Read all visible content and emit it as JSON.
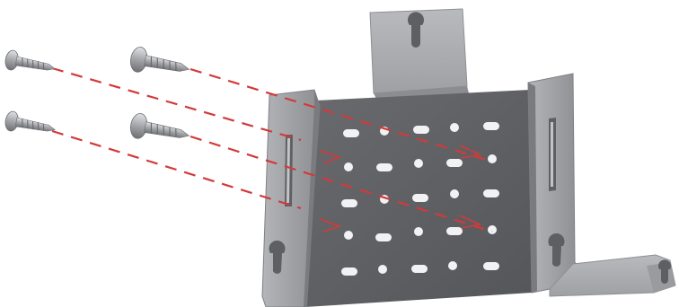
{
  "diagram": {
    "screws": [
      {
        "id": "screw-small-top",
        "size": "small"
      },
      {
        "id": "screw-small-bottom",
        "size": "small"
      },
      {
        "id": "screw-large-top",
        "size": "large"
      },
      {
        "id": "screw-large-bottom",
        "size": "large"
      }
    ],
    "guide_line_style": "dashed",
    "colors": {
      "guide_line": "#d23a3a",
      "bracket_face": "#5f6064",
      "bracket_light": "#a4a5a9",
      "bracket_mid": "#8a8b8f",
      "screw_metal": "#a9aaae"
    }
  }
}
